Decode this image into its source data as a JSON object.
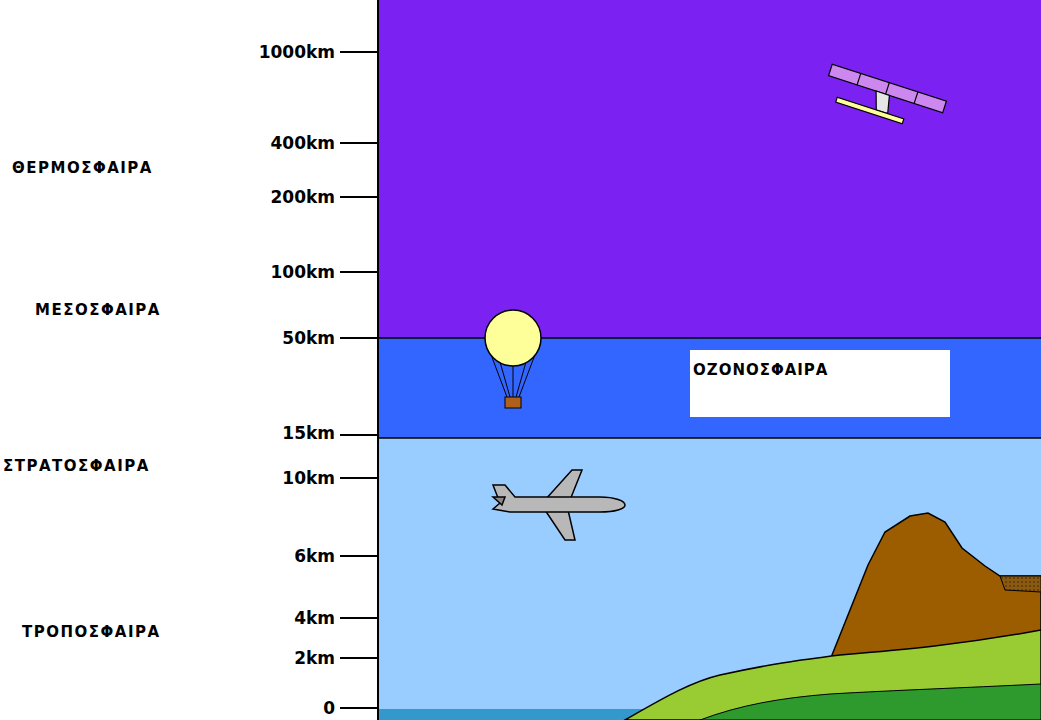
{
  "diagram": {
    "nodes": [
      {
        "text": [
          "ΟΖΟΝΟΣΦΑΙΡΑ"
        ]
      }
    ],
    "labels": [
      "1000km",
      "400km",
      "ΘΕΡΜΟΣΦΑΙΡΑ",
      "200km",
      "100km",
      "ΜΕΣΟΣΦΑΙΡΑ",
      "50km",
      "15km",
      "ΣΤΡΑΤΟΣΦΑΙΡΑ",
      "10km",
      "6km",
      "4km",
      "ΤΡΟΠΟΣΦΑΙΡΑ",
      "2km",
      "0"
    ]
  }
}
